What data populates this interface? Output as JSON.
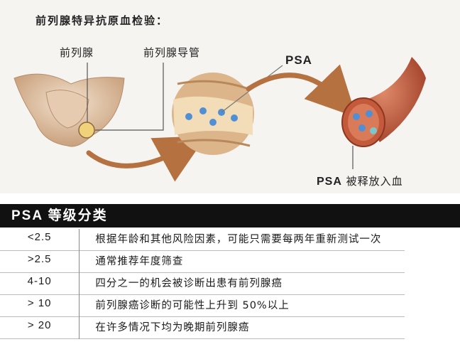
{
  "diagram": {
    "heading": "前列腺特异抗原血检验：",
    "labels": {
      "prostate": "前列腺",
      "duct": "前列腺导管",
      "psa": "PSA",
      "psa_blood_prefix": "PSA",
      "psa_blood_suffix": " 被释放入血"
    }
  },
  "classification": {
    "title": "PSA 等级分类",
    "rows": [
      {
        "level": "<2.5",
        "description": "根据年龄和其他风险因素，可能只需要每两年重新测试一次"
      },
      {
        "level": ">2.5",
        "description": "通常推荐年度筛查"
      },
      {
        "level": "4-10",
        "description": "四分之一的机会被诊断出患有前列腺癌"
      },
      {
        "level": "> 10",
        "description": "前列腺癌诊断的可能性上升到 50%以上"
      },
      {
        "level": "> 20",
        "description": "在许多情况下均为晚期前列腺癌"
      }
    ]
  },
  "colors": {
    "bar_background": "#111111",
    "arrow": "#b5713f",
    "tissue": "#e3c6a8",
    "vessel": "#c25a3b",
    "psa_dot": "#4f8fd6"
  }
}
